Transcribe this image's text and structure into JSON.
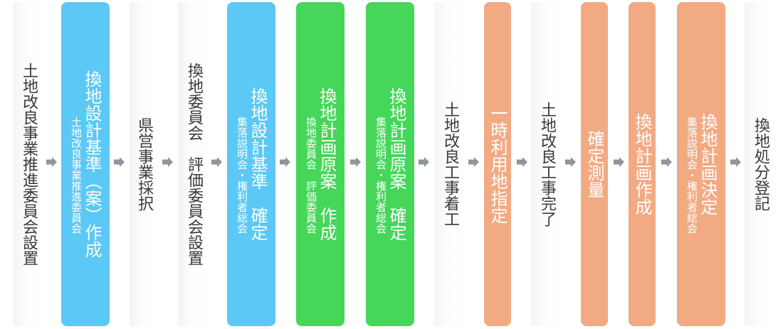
{
  "colors": {
    "plain_text": "#3a3a3a",
    "blue": "#5bc8f5",
    "green": "#45d65a",
    "orange": "#f2aa83",
    "arrow": "#8f959c"
  },
  "steps": [
    {
      "main": "土地改良事業推進委員会設置",
      "sub": ""
    },
    {
      "main": "換地設計基準（案）作成",
      "sub": "土地改良事業推進委員会"
    },
    {
      "main": "県営事業採択",
      "sub": ""
    },
    {
      "main": "換地委員会　評価委員会設置",
      "sub": ""
    },
    {
      "main": "換地設計基準　確定",
      "sub": "集落説明会・権利者総会"
    },
    {
      "main": "換地計画原案　作成",
      "sub": "換地委員会　評価委員会"
    },
    {
      "main": "換地計画原案　確定",
      "sub": "集落説明会・権利者総会"
    },
    {
      "main": "土地改良工事着工",
      "sub": ""
    },
    {
      "main": "一時利用地指定",
      "sub": ""
    },
    {
      "main": "土地改良工事完了",
      "sub": ""
    },
    {
      "main": "確定測量",
      "sub": ""
    },
    {
      "main": "換地計画作成",
      "sub": ""
    },
    {
      "main": "換地計画決定",
      "sub": "集落説明会・権利者総会"
    },
    {
      "main": "換地処分登記",
      "sub": ""
    }
  ]
}
